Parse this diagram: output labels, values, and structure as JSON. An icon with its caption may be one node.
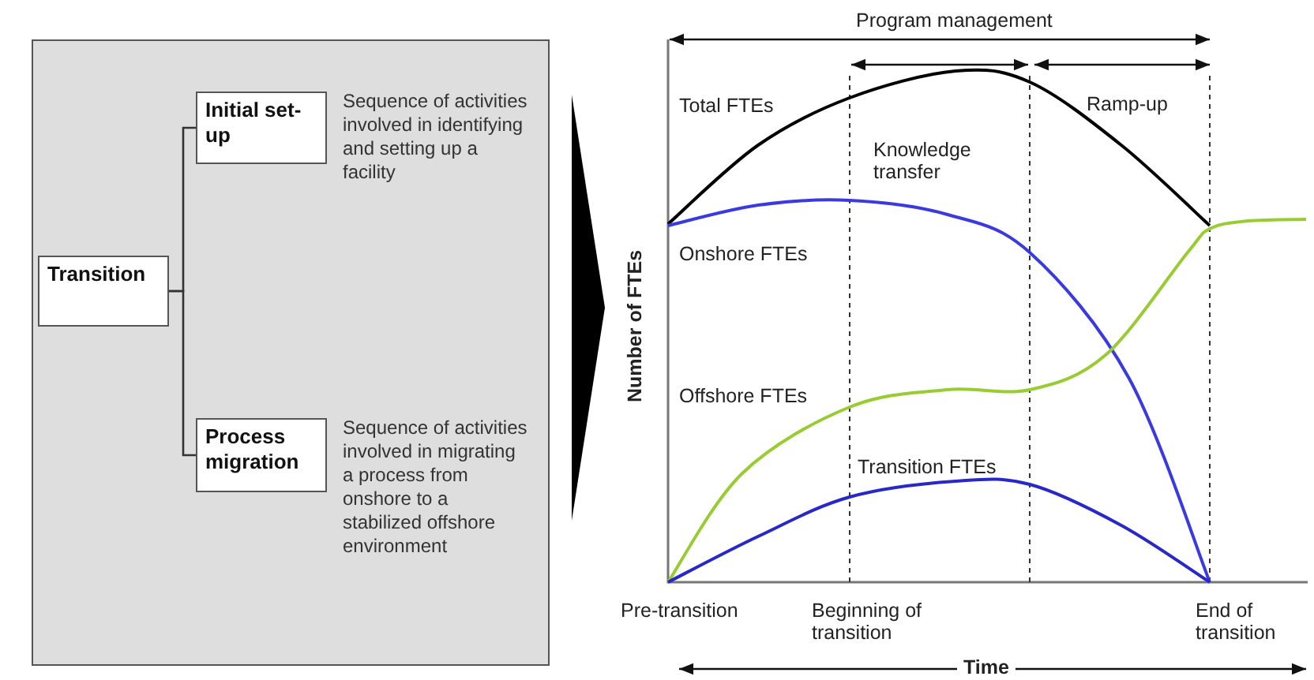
{
  "diagram": {
    "nodes": [
      {
        "text": [
          "Transition"
        ]
      },
      {
        "text": [
          "Initial set-up"
        ],
        "beside": [
          "Sequence of activities involved in identifying and setting up a facility"
        ]
      },
      {
        "text": [
          "Process migration"
        ],
        "beside": [
          "Sequence of activities involved in migrating a process from onshore to a stabilized offshore environment"
        ]
      }
    ],
    "edges": [
      {
        "from": 0,
        "to": 1,
        "arrow": "none"
      },
      {
        "from": 0,
        "to": 2,
        "arrow": "none"
      }
    ],
    "labels": [
      "Program management",
      "Total FTEs",
      "Ramp-up",
      "Knowledge transfer",
      "Onshore FTEs",
      "Number of FTEs",
      "Offshore FTEs",
      "Transition FTEs",
      "Pre-transition",
      "Beginning of transition",
      "End of transition",
      "Time"
    ]
  }
}
